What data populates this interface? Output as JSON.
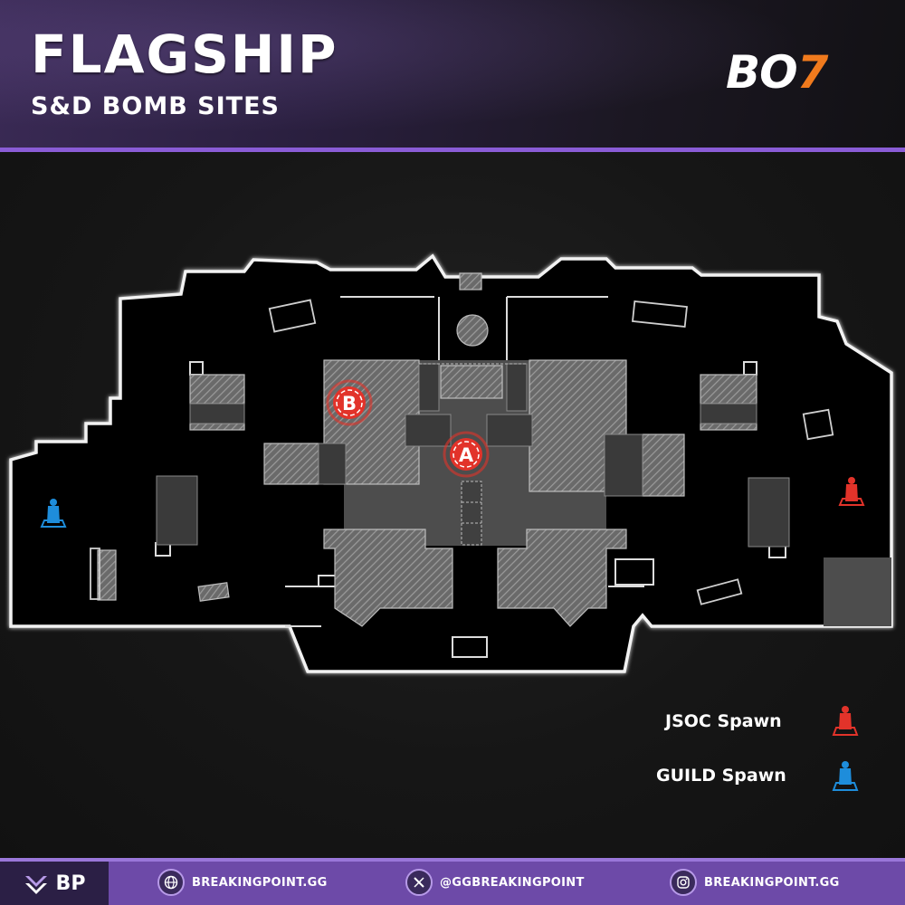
{
  "header": {
    "title": "FLAGSHIP",
    "subtitle": "S&D BOMB SITES",
    "game_logo": {
      "prefix": "BO",
      "number": "7",
      "accent_color": "#f07a1d"
    }
  },
  "map": {
    "bomb_sites": [
      {
        "label": "A",
        "color": "#e2332a"
      },
      {
        "label": "B",
        "color": "#e2332a"
      }
    ],
    "spawns": [
      {
        "team": "JSOC",
        "color": "#e2332a",
        "icon": "spawn-marker-icon"
      },
      {
        "team": "GUILD",
        "color": "#1e8ddb",
        "icon": "spawn-marker-icon"
      }
    ]
  },
  "legend": {
    "jsoc_label": "JSOC Spawn",
    "guild_label": "GUILD Spawn"
  },
  "footer": {
    "brand": "BP",
    "website": "BREAKINGPOINT.GG",
    "twitter": "@GGBREAKINGPOINT",
    "instagram": "BREAKINGPOINT.GG",
    "accent_color": "#6d4aa8"
  }
}
